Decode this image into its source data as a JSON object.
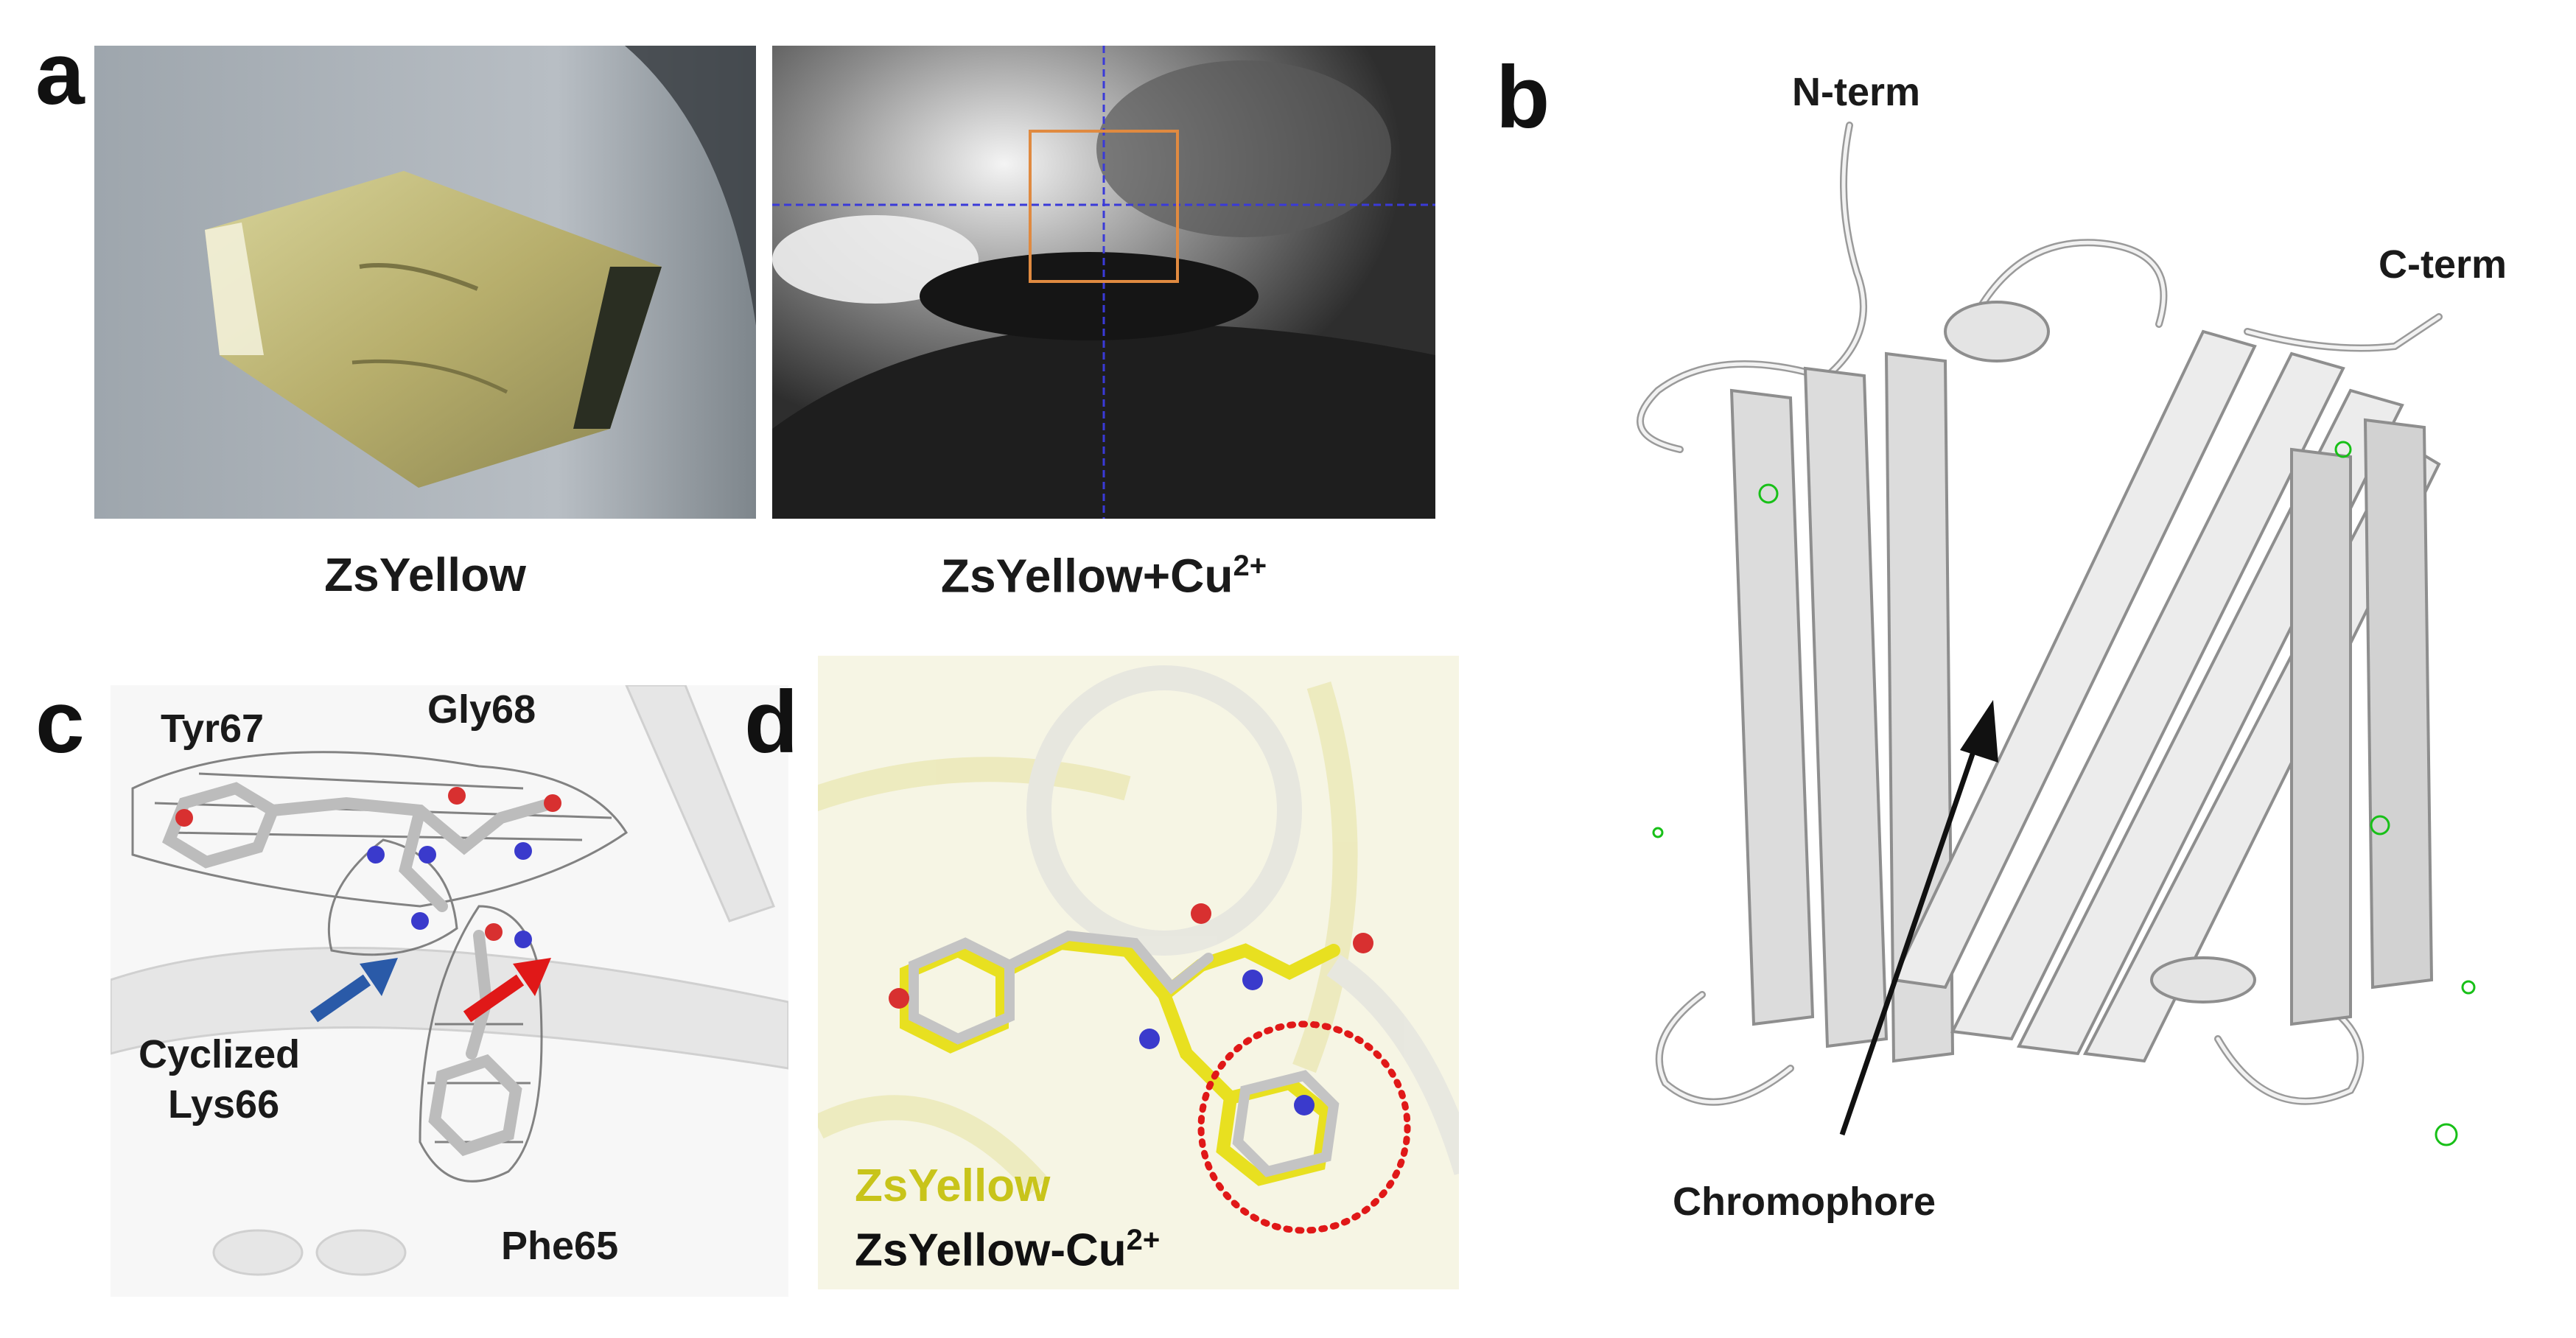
{
  "panels": {
    "a": {
      "letter": "a",
      "left_caption": "ZsYellow",
      "right_caption_main": "ZsYellow+Cu",
      "right_caption_sup": "2+"
    },
    "b": {
      "letter": "b",
      "n_term": "N-term",
      "c_term": "C-term",
      "chromophore": "Chromophore"
    },
    "c": {
      "letter": "c",
      "tyr": "Tyr67",
      "gly": "Gly68",
      "cyclized": "Cyclized",
      "lys": "Lys66",
      "phe": "Phe65"
    },
    "d": {
      "letter": "d",
      "legend_yellow": "ZsYellow",
      "legend_black_main": "ZsYellow-Cu",
      "legend_black_sup": "2+"
    }
  },
  "colors": {
    "yellow_legend": "#c8c41a",
    "stick_yellow": "#e8e020",
    "nitrogen": "#3a3acc",
    "oxygen": "#d83030",
    "arrow_blue": "#2a5aa8",
    "arrow_red": "#e01818",
    "crosshair": "#3a3ad8",
    "box": "#e08a40",
    "density_green": "#18c018"
  }
}
